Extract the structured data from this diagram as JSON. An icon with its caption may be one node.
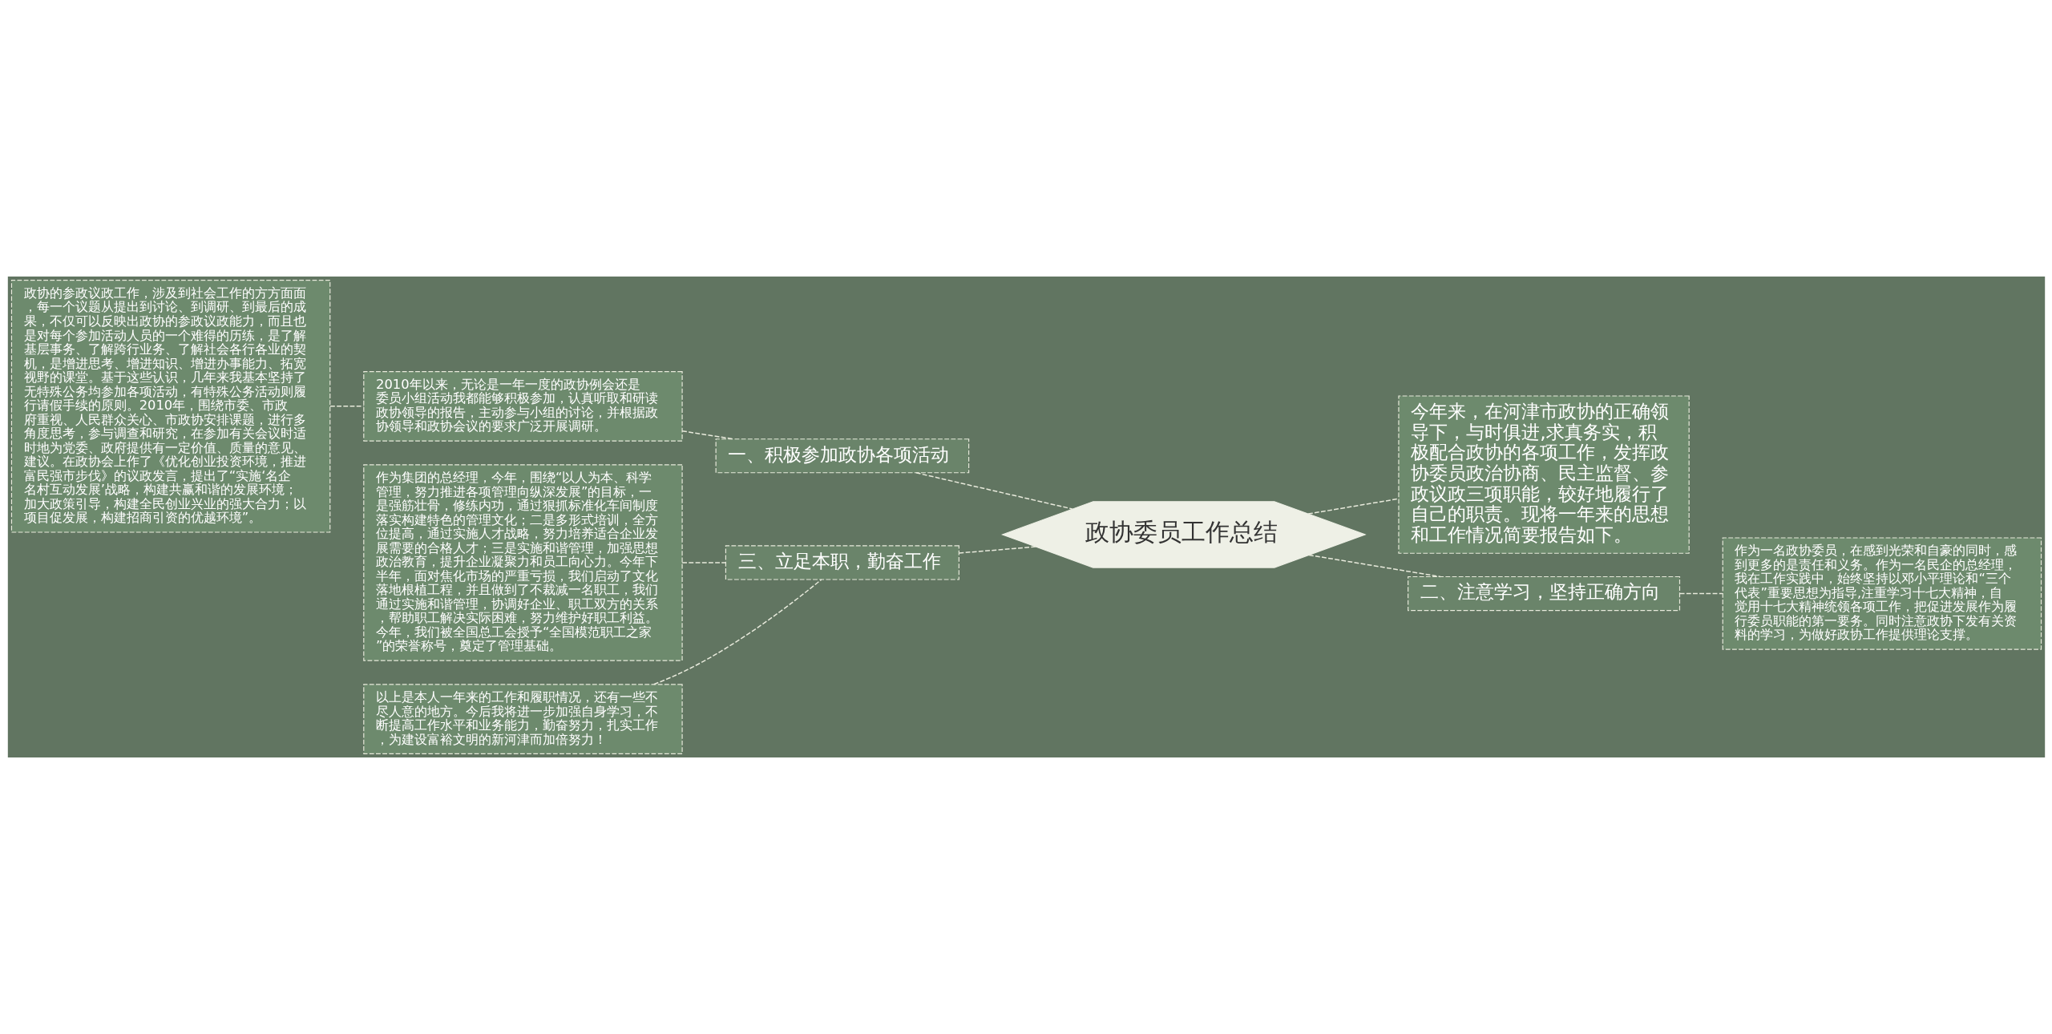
{
  "diagram": {
    "nodes": [
      {
        "text": [
          "政协委员工作总结"
        ]
      },
      {
        "text": [
          "一、积极参加政协各项活动"
        ]
      },
      {
        "text": [
          "2010年以来，无论是一年一度的政协例会还是委员小组活动我都能够积极参加，认真听取和研读政协领导的报告，主动参与小组的讨论，并根据政协领导和政协会议的要求广泛开展调研。"
        ]
      },
      {
        "text": [
          "政协的参政议政工作，涉及到社会工作的方方面面，每一个议题从提出到讨论、到调研、到最后的成果，不仅可以反映出政协的参政议政能力，而且也是对每个参加活动人员的一个难得的历练，是了解基层事务、了解跨行业务、了解社会各行各业的契机，是增进思考、增进知识、增进办事能力、拓宽视野的课堂。基于这些认识，几年来我基本坚持了无特殊公务均参加各项活动，有特殊公务活动则履行请假手续的原则。2010年，围绕市委、市政府重视、人民群众关心、市政协安排课题，进行多角度思考，参与调查和研究，在参加有关会议时适时地为党委、政府提供有一定价值、质量的意见、建议。在政协会上作了《优化创业投资环境，推进富民强市步伐》的议政发言，提出了“实施‘名企名村互动发展’战略，构建共赢和谐的发展环境；加大政策引导，构建全民创业兴业的强大合力；以项目促发展，构建招商引资的优越环境”。"
        ]
      },
      {
        "text": [
          "三、立足本职，勤奋工作"
        ]
      },
      {
        "text": [
          "作为集团的总经理，今年，围绕“以人为本、科学管理，努力推进各项管理向纵深发展”的目标，一是强筋壮骨，修练内功，通过狠抓标准化车间制度落实构建特色的管理文化；二是多形式培训，全方位提高，通过实施人才战略，努力培养适合企业发展需要的合格人才；三是实施和谐管理，加强思想政治教育，提升企业凝聚力和员工向心力。今年下半年，面对焦化市场的严重亏损，我们启动了文化落地根植工程，并且做到了不裁减一名职工，我们通过实施和谐管理，协调好企业、职工双方的关系，帮助职工解决实际困难，努力维护好职工利益。今年，我们被全国总工会授予“全国模范职工之家”的荣誉称号，奠定了管理基础。"
        ]
      },
      {
        "text": [
          "以上是本人一年来的工作和履职情况，还有一些不尽人意的地方。今后我将进一步加强自身学习，不断提高工作水平和业务能力，勤奋努力，扎实工作，为建设富裕文明的新河津而加倍努力！"
        ]
      },
      {
        "text": [
          "今年来，在河津市政协的正确领导下，与时俱进,求真务实，积极配合政协的各项工作，发挥政协委员政治协商、民主监督、参政议政三项职能，较好地履行了自己的职责。现将一年来的思想和工作情况简要报告如下。"
        ]
      },
      {
        "text": [
          "二、注意学习，坚持正确方向"
        ]
      },
      {
        "text": [
          "作为一名政协委员，在感到光荣和自豪的同时，感到更多的是责任和义务。作为一名民企的总经理，我在工作实践中，始终坚持以邓小平理论和“三个代表”重要思想为指导,注重学习十七大精神，自觉用十七大精神统领各项工作，把促进发展作为履行委员职能的第一要务。同时注意政协下发有关资料的学习，为做好政协工作提供理论支撑。"
        ]
      }
    ],
    "edges": [
      {
        "from": 0,
        "to": 1,
        "arrow": "none",
        "style": "dashed"
      },
      {
        "from": 1,
        "to": 2,
        "arrow": "none",
        "style": "dashed"
      },
      {
        "from": 2,
        "to": 3,
        "arrow": "none",
        "style": "dashed"
      },
      {
        "from": 0,
        "to": 4,
        "arrow": "none",
        "style": "dashed"
      },
      {
        "from": 4,
        "to": 5,
        "arrow": "none",
        "style": "dashed"
      },
      {
        "from": 4,
        "to": 6,
        "arrow": "none",
        "style": "dashed"
      },
      {
        "from": 0,
        "to": 7,
        "arrow": "none",
        "style": "dashed"
      },
      {
        "from": 0,
        "to": 8,
        "arrow": "none",
        "style": "dashed"
      },
      {
        "from": 8,
        "to": 9,
        "arrow": "none",
        "style": "dashed"
      }
    ]
  }
}
